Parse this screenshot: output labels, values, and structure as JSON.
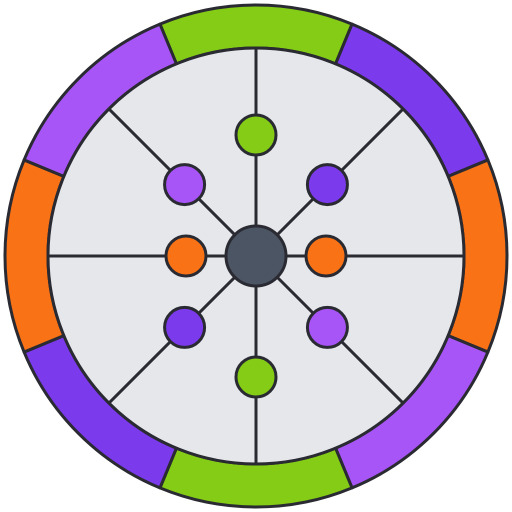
{
  "icon": {
    "name": "segmented-wheel-icon",
    "colors": {
      "outline": "#2a2a32",
      "face": "#e5e7eb",
      "hub": "#4b5563",
      "green": "#84cc16",
      "orange": "#f97316",
      "purple_light": "#a855f7",
      "purple_dark": "#7c3aed"
    },
    "ring_segments": [
      {
        "name": "ring-segment-top",
        "color": "green"
      },
      {
        "name": "ring-segment-top-right",
        "color": "purple_dark"
      },
      {
        "name": "ring-segment-right",
        "color": "orange"
      },
      {
        "name": "ring-segment-bottom-right",
        "color": "purple_light"
      },
      {
        "name": "ring-segment-bottom",
        "color": "green"
      },
      {
        "name": "ring-segment-bottom-left",
        "color": "purple_dark"
      },
      {
        "name": "ring-segment-left",
        "color": "orange"
      },
      {
        "name": "ring-segment-top-left",
        "color": "purple_light"
      }
    ],
    "nodes": [
      {
        "name": "node-top",
        "color": "green"
      },
      {
        "name": "node-top-right",
        "color": "purple_dark"
      },
      {
        "name": "node-right",
        "color": "orange"
      },
      {
        "name": "node-bottom-right",
        "color": "purple_light"
      },
      {
        "name": "node-bottom",
        "color": "green"
      },
      {
        "name": "node-bottom-left",
        "color": "purple_dark"
      },
      {
        "name": "node-left",
        "color": "orange"
      },
      {
        "name": "node-top-left",
        "color": "purple_light"
      }
    ]
  }
}
